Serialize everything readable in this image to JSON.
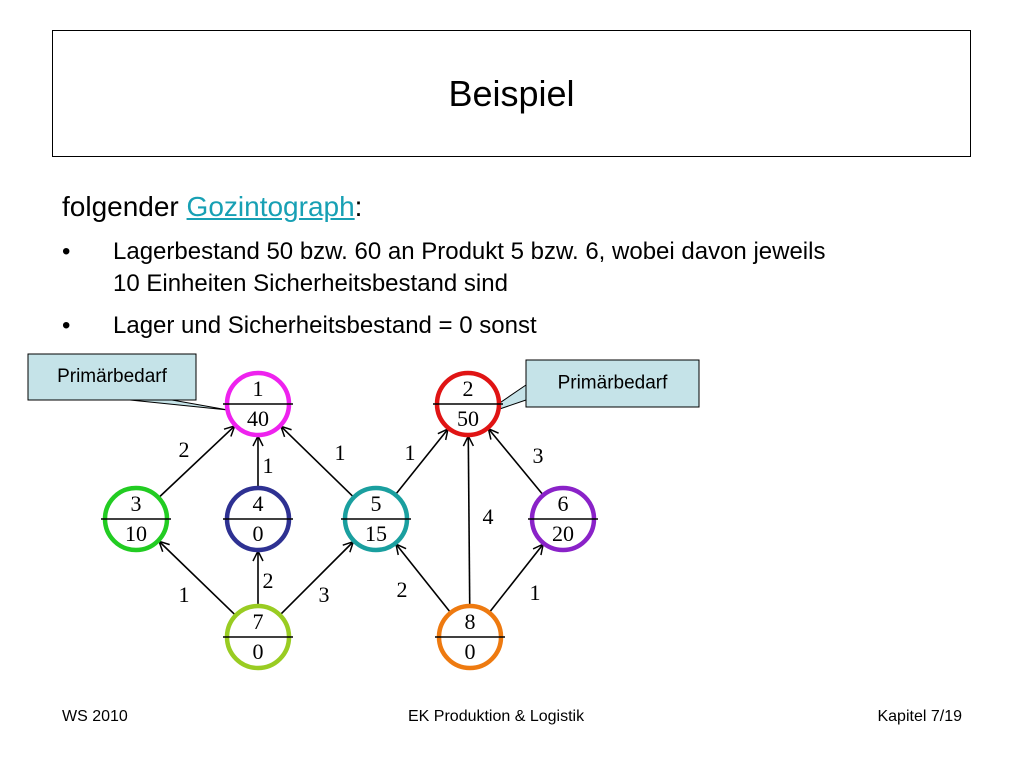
{
  "slide": {
    "title": "Beispiel",
    "intro_prefix": "folgender ",
    "intro_link": "Gozintograph",
    "intro_suffix": ":",
    "bullets": [
      {
        "symbol": "•",
        "lines": [
          "Lagerbestand 50 bzw. 60 an Produkt 5 bzw. 6, wobei davon jeweils",
          "10 Einheiten Sicherheitsbestand sind"
        ]
      },
      {
        "symbol": "•",
        "lines": [
          "Lager und Sicherheitsbestand = 0 sonst"
        ]
      }
    ],
    "link_color": "#17a0b4"
  },
  "footer": {
    "left": "WS 2010",
    "center": "EK Produktion & Logistik",
    "right": "Kapitel 7/19"
  },
  "graph": {
    "nodes": [
      {
        "id": "1",
        "top": "1",
        "bottom": "40",
        "color": "#ee22ee"
      },
      {
        "id": "2",
        "top": "2",
        "bottom": "50",
        "color": "#e01414"
      },
      {
        "id": "3",
        "top": "3",
        "bottom": "10",
        "color": "#22cc22"
      },
      {
        "id": "4",
        "top": "4",
        "bottom": "0",
        "color": "#2e3192"
      },
      {
        "id": "5",
        "top": "5",
        "bottom": "15",
        "color": "#1a9f9f"
      },
      {
        "id": "6",
        "top": "6",
        "bottom": "20",
        "color": "#8a22c8"
      },
      {
        "id": "7",
        "top": "7",
        "bottom": "0",
        "color": "#99cc22"
      },
      {
        "id": "8",
        "top": "8",
        "bottom": "0",
        "color": "#ee7a10"
      }
    ],
    "edges": [
      {
        "from": "3",
        "to": "1",
        "label": "2"
      },
      {
        "from": "4",
        "to": "1",
        "label": "1"
      },
      {
        "from": "5",
        "to": "1",
        "label": "1"
      },
      {
        "from": "5",
        "to": "2",
        "label": "1"
      },
      {
        "from": "8",
        "to": "2",
        "label": "4"
      },
      {
        "from": "6",
        "to": "2",
        "label": "3"
      },
      {
        "from": "7",
        "to": "3",
        "label": "1"
      },
      {
        "from": "7",
        "to": "4",
        "label": "2"
      },
      {
        "from": "7",
        "to": "5",
        "label": "3"
      },
      {
        "from": "8",
        "to": "5",
        "label": "2"
      },
      {
        "from": "8",
        "to": "6",
        "label": "1"
      }
    ],
    "callouts": [
      {
        "text": "Primärbedarf",
        "target": "1",
        "fill": "#c5e3e8"
      },
      {
        "text": "Primärbedarf",
        "target": "2",
        "fill": "#c5e3e8"
      }
    ]
  }
}
